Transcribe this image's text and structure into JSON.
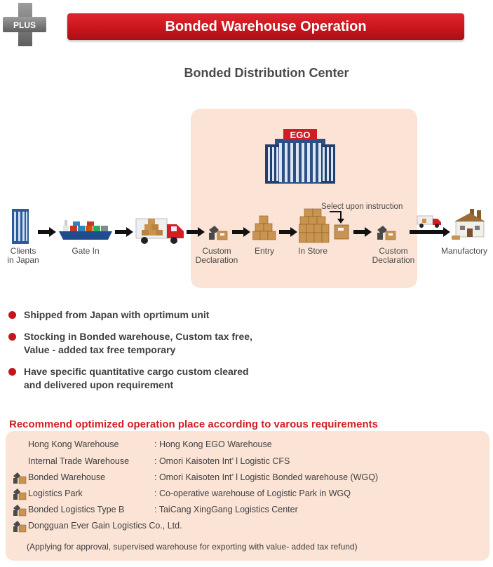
{
  "header": {
    "badge": "PLUS",
    "title": "Bonded Warehouse Operation"
  },
  "subtitle": "Bonded Distribution Center",
  "flow": {
    "ego_sign": "EGO",
    "clients_l1": "Clients",
    "clients_l2": "in Japan",
    "gate_in": "Gate In",
    "custom1_l1": "Custom",
    "custom1_l2": "Declaration",
    "entry": "Entry",
    "in_store": "In Store",
    "select_note": "Select upon instruction",
    "custom2_l1": "Custom",
    "custom2_l2": "Declaration",
    "manufactory": "Manufactory"
  },
  "bullets": [
    {
      "l1": "Shipped from Japan with oprtimum unit",
      "l2": ""
    },
    {
      "l1": "Stocking in Bonded warehouse, Custom tax free,",
      "l2": "Value - added tax free temporary"
    },
    {
      "l1": "Have specific quantitative cargo custom cleared",
      "l2": "and delivered upon requirement"
    }
  ],
  "recommend": {
    "title": "Recommend optimized operation place according to varous requirements",
    "rows": [
      {
        "name": "Hong Kong Warehouse",
        "value": ": Hong Kong EGO Warehouse",
        "icon": false
      },
      {
        "name": "Internal Trade Warehouse",
        "value": ": Omori Kaisoten Int’ l Logistic CFS",
        "icon": false
      },
      {
        "name": "Bonded Warehouse",
        "value": ": Omori Kaisoten Int’ l Logistic Bonded warehouse (WGQ)",
        "icon": true
      },
      {
        "name": "Logistics Park",
        "value": ": Co-operative warehouse of Logistic Park in WGQ",
        "icon": true
      },
      {
        "name": "Bonded Logistics Type B",
        "value": ": TaiCang XingGang Logistics Center",
        "icon": true
      },
      {
        "name": "Dongguan Ever Gain Logistics Co., Ltd.",
        "value": "",
        "icon": true
      }
    ],
    "note": "(Applying for approval, supervised warehouse for exporting with value- added tax refund)"
  },
  "colors": {
    "accent": "#c4161c",
    "panel": "#fbe3d6"
  },
  "icons": [
    "plus-icon",
    "building-icon",
    "ship-icon",
    "truck-icon",
    "customs-icon",
    "box-stack-icon",
    "factory-icon",
    "arrow-icon"
  ]
}
